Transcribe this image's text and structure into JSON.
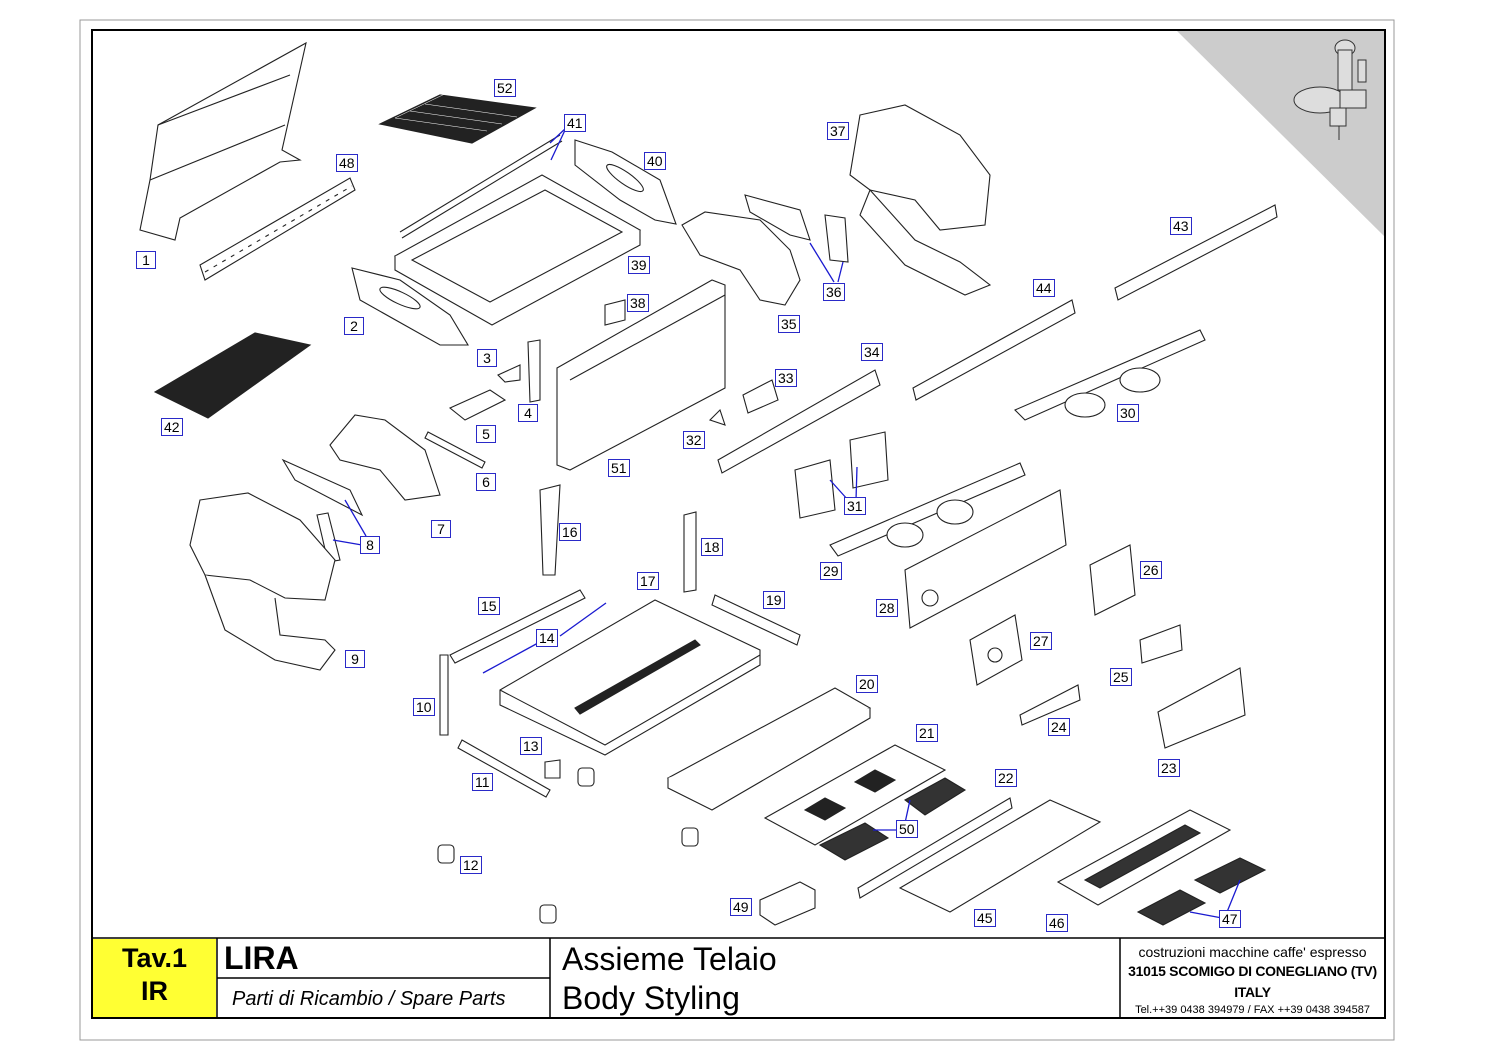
{
  "title_block": {
    "table_code": "Tav.1",
    "version_code": "IR",
    "model": "LIRA",
    "subtitle": "Parti di Ricambio / Spare Parts",
    "title_it": "Assieme Telaio",
    "title_en": "Body Styling",
    "maker": "costruzioni macchine caffe' espresso",
    "address": "31015 SCOMIGO DI CONEGLIANO (TV)",
    "country": "ITALY",
    "phone": "Tel.++39 0438 394979 / FAX ++39 0438 394587"
  },
  "callouts": [
    "1",
    "2",
    "3",
    "4",
    "5",
    "6",
    "7",
    "8",
    "9",
    "10",
    "11",
    "12",
    "13",
    "14",
    "15",
    "16",
    "17",
    "18",
    "19",
    "20",
    "21",
    "22",
    "23",
    "24",
    "25",
    "26",
    "27",
    "28",
    "29",
    "30",
    "31",
    "32",
    "33",
    "34",
    "35",
    "36",
    "37",
    "38",
    "39",
    "40",
    "41",
    "42",
    "43",
    "44",
    "45",
    "46",
    "47",
    "48",
    "49",
    "50",
    "51",
    "52"
  ],
  "colors": {
    "callout_border": "#2a2ac8",
    "callout_line": "#1a1ad0",
    "tav_bg": "#ffff33",
    "corner_shade": "#cccccc"
  }
}
